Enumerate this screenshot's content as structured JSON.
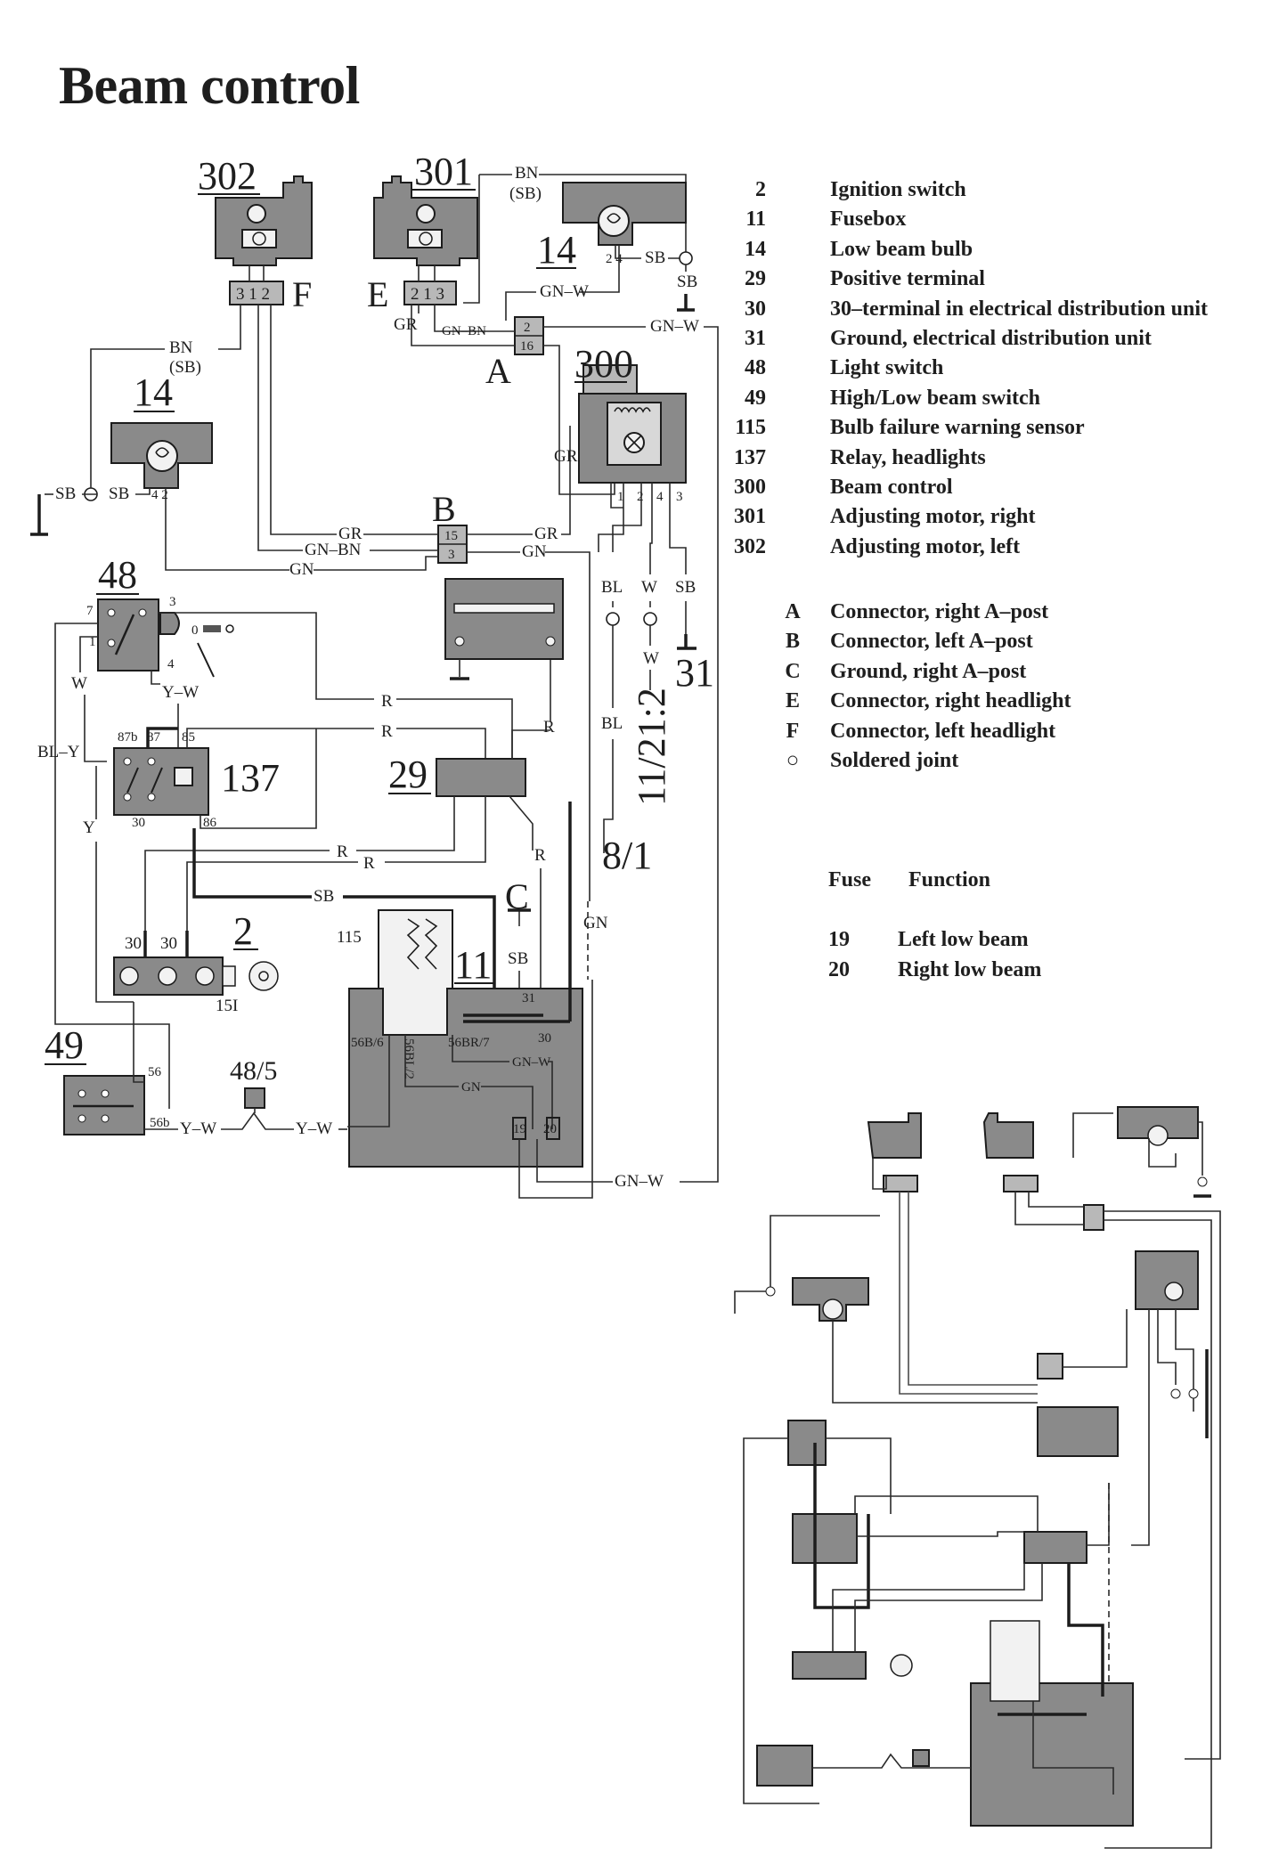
{
  "page": {
    "title": "Beam control"
  },
  "legend": {
    "components": [
      {
        "id": "2",
        "label": "Ignition switch"
      },
      {
        "id": "11",
        "label": "Fusebox"
      },
      {
        "id": "14",
        "label": "Low beam bulb"
      },
      {
        "id": "29",
        "label": "Positive terminal"
      },
      {
        "id": "30",
        "label": "30–terminal in electrical distribution unit"
      },
      {
        "id": "31",
        "label": "Ground, electrical distribution unit"
      },
      {
        "id": "48",
        "label": "Light switch"
      },
      {
        "id": "49",
        "label": "High/Low beam switch"
      },
      {
        "id": "115",
        "label": "Bulb failure warning sensor"
      },
      {
        "id": "137",
        "label": "Relay, headlights"
      },
      {
        "id": "300",
        "label": "Beam control"
      },
      {
        "id": "301",
        "label": "Adjusting motor, right"
      },
      {
        "id": "302",
        "label": "Adjusting motor, left"
      }
    ],
    "connectors": [
      {
        "id": "A",
        "label": "Connector, right A–post"
      },
      {
        "id": "B",
        "label": "Connector, left A–post"
      },
      {
        "id": "C",
        "label": "Ground, right A–post"
      },
      {
        "id": "E",
        "label": "Connector, right headlight"
      },
      {
        "id": "F",
        "label": "Connector, left headlight"
      },
      {
        "id": "○",
        "label": "Soldered joint"
      }
    ]
  },
  "fuses": {
    "header_fuse": "Fuse",
    "header_function": "Function",
    "rows": [
      {
        "fuse": "19",
        "function": "Left low beam"
      },
      {
        "fuse": "20",
        "function": "Right low beam"
      }
    ]
  },
  "diagram": {
    "component_numbers": {
      "c302": "302",
      "c301": "301",
      "c14r": "14",
      "c14l": "14",
      "c300": "300",
      "c48": "48",
      "c137": "137",
      "c29": "29",
      "c2": "2",
      "c115": "115",
      "c11": "11",
      "c49": "49",
      "c485": "48/5",
      "c31": "31"
    },
    "connector_letters": {
      "A": "A",
      "B": "B",
      "C": "C",
      "E": "E",
      "F": "F"
    },
    "wire_labels": {
      "bn_sb_top": "BN",
      "sb_top": "(SB)",
      "gnw_top": "GN–W",
      "sb_r1": "SB",
      "sb_r2": "SB",
      "gr_e": "GR",
      "gnbn_e": "GN–BN",
      "gnw_a": "GN–W",
      "bn_l": "BN",
      "sb_l": "(SB)",
      "gr_300": "GR",
      "sb_ll1": "SB",
      "sb_ll2": "SB",
      "gr_b1": "GR",
      "gnbn_b": "GN–BN",
      "gn_b1": "GN",
      "gr_b2": "GR",
      "gn_b2": "GN",
      "bl_300": "BL",
      "w_300": "W",
      "sb_300": "SB",
      "w_300b": "W",
      "bl_300b": "BL",
      "f_11_21_2": "11/21:2",
      "f_8_1": "8/1",
      "w_48": "W",
      "yw_48": "Y–W",
      "bly": "BL–Y",
      "y_l": "Y",
      "r1": "R",
      "r2": "R",
      "r3": "R",
      "r4": "R",
      "r5": "R",
      "r6": "R",
      "sb_137": "SB",
      "sb_c": "SB",
      "gn_r": "GN",
      "gnw_11": "GN–W",
      "gn_11": "GN",
      "yw_49a": "Y–W",
      "yw_49b": "Y–W",
      "gnw_bot": "GN–W",
      "56b6": "56B/6",
      "56bl2": "56BL/2",
      "56br7": "56BR/7"
    },
    "pin_labels": {
      "f_pins": "3 1 2",
      "e_pins": "2 1 3",
      "a_top": "2",
      "a_bot": "16",
      "b_top": "15",
      "b_bot": "3",
      "p14r": "2 4",
      "p14l": "4 2",
      "p300_1": "1",
      "p300_2": "2",
      "p300_4": "4",
      "p300_3": "3",
      "p48_7": "7",
      "p48_1": "1",
      "p48_3": "3",
      "p48_4": "4",
      "p137_87b": "87b",
      "p137_87": "87",
      "p137_85": "85",
      "p137_30": "30",
      "p137_86": "86",
      "p2_30a": "30",
      "p2_30b": "30",
      "p2_15": "15I",
      "p11_31": "31",
      "p11_30": "30",
      "p11_19": "19",
      "p11_20": "20",
      "p49_56": "56",
      "p49_56b": "56b"
    }
  }
}
